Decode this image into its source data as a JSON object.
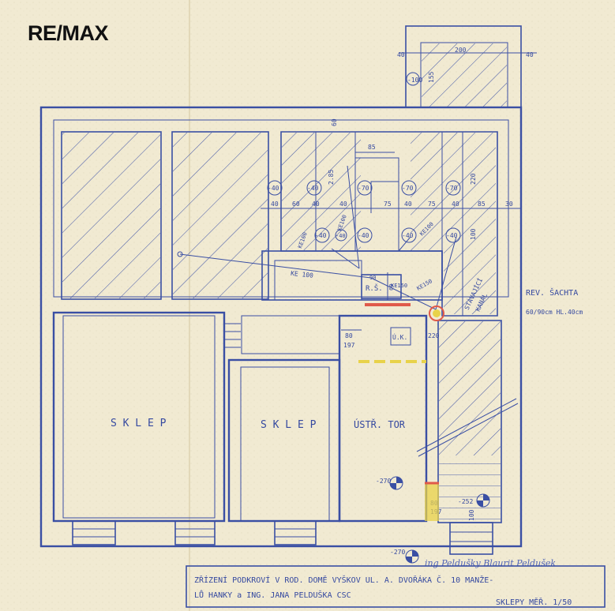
{
  "logo": {
    "text": "RE/MAX"
  },
  "rooms": {
    "sklep_left": "S K L E P",
    "sklep_middle": "S K L E P",
    "ustr_tor": "ÚSTŘ. TOR"
  },
  "annotations": {
    "rev_sachta_title": "REV. ŠACHTA",
    "rev_sachta_dims": "60/90cm HL.40cm",
    "stavajici_kanal_1": "STÁVAJÍCÍ",
    "stavajici_kanal_2": "KANÁL",
    "rs": "R.Š.",
    "uk": "Ú.K.",
    "ke100_a": "KE 100",
    "ke100_b": "KE100",
    "ke100_c": "KE100",
    "ke100_d": "KE100",
    "ke150": "KE150",
    "ke150_b": "KE150",
    "dim_90": "90",
    "dim_60": "60",
    "dim_80_197_a": "80",
    "dim_197_a": "197",
    "dim_80_197_b": "80",
    "dim_197_b": "197",
    "dim_220": "220",
    "dim_100": "100",
    "dim_200_top": "200",
    "dim_40_tl": "40",
    "dim_40_tr": "40",
    "dim_155": "155",
    "dim_85": "85",
    "dim_60_top": "60",
    "dim_285": "2.85",
    "dim_220_right": "220",
    "dim_100_right": "100"
  },
  "level_marks": [
    "-40",
    "-40",
    "-40",
    "-70",
    "-70",
    "-70",
    "-40",
    "-40",
    "-40",
    "-40",
    "-100"
  ],
  "dimension_row": [
    "40",
    "60",
    "40",
    "40",
    "75",
    "40",
    "75",
    "40",
    "85",
    "30"
  ],
  "elevations": {
    "e270_a": "-270",
    "e252": "-252",
    "e270_b": "-270"
  },
  "title_block": {
    "line1": "ZŘÍZENÍ PODKROVÍ V ROD. DOMĚ VYŠKOV UL. A. DVOŘÁKA Č. 10 MANŽE-",
    "line2": "LŮ HANKY a ING. JANA PELDUŠKA CSC",
    "line3": "SKLEPY  MĚŘ. 1/50",
    "signature": "ing Peldušky   Blaurit   Peldušek"
  },
  "colors": {
    "paper": "#f1ead2",
    "ink": "#3a4fa4",
    "highlight_red": "#e05a4a",
    "highlight_yellow": "#e8d24a"
  }
}
